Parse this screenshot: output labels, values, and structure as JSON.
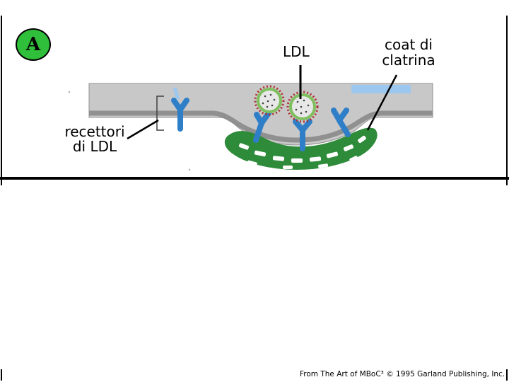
{
  "panel": {
    "letter": "A"
  },
  "labels": {
    "ldl": "LDL",
    "coat_line1": "coat di",
    "coat_line2": "clatrina",
    "receptors_line1": "recettori",
    "receptors_line2": "di LDL"
  },
  "credit": "From The Art of MBoC³ © 1995 Garland Publishing, Inc.",
  "colors": {
    "membrane": "#c8c8c8",
    "membrane_edge": "#808080",
    "receptor": "#2f7fc8",
    "clathrin": "#2e8b3a",
    "ldl_coat": "#b03030",
    "ldl_shell": "#7fbf5f",
    "accent_blue": "#9cc8f0",
    "badge": "#2fbf3a"
  }
}
